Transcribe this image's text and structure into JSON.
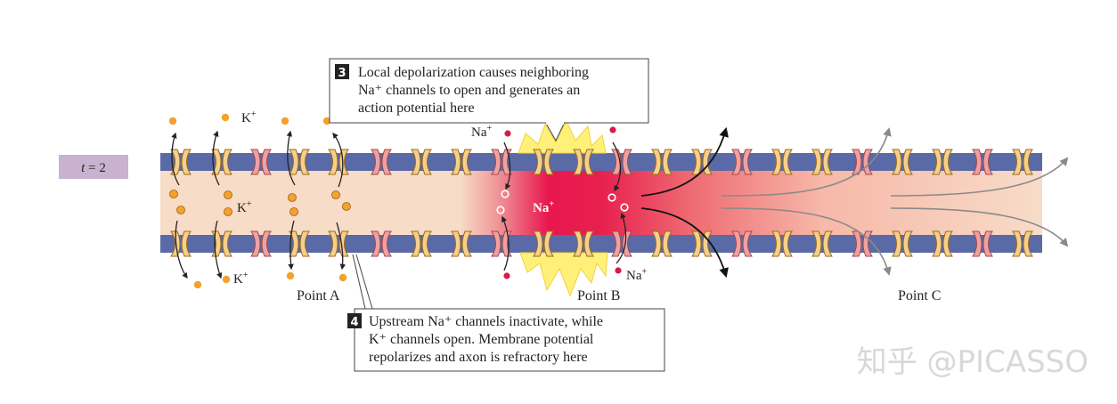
{
  "time_label": {
    "var": "t",
    "eq": " = ",
    "value": "2"
  },
  "callouts": [
    {
      "number": "3",
      "lines": [
        "Local depolarization causes neighboring",
        "Na⁺ channels to open and generates an",
        "action potential here"
      ]
    },
    {
      "number": "4",
      "lines": [
        "Upstream Na⁺ channels inactivate, while",
        "K⁺ channels open. Membrane potential",
        "repolarizes and axon is refractory here"
      ]
    }
  ],
  "points": {
    "a": "Point A",
    "b": "Point B",
    "c": "Point C"
  },
  "ions": {
    "k": "K",
    "na": "Na",
    "plus": "+"
  },
  "watermark": "知乎 @PICASSO",
  "colors": {
    "membrane": "#5a6aa6",
    "axoplasm": "#f7dcc8",
    "na_channel": "#f0a0a0",
    "k_channel": "#f6cf8a",
    "k_ion": "#f3a22b",
    "na_ion": "#d81b4a",
    "burst": "#fff07a",
    "label_bg": "#c9b2d0"
  }
}
